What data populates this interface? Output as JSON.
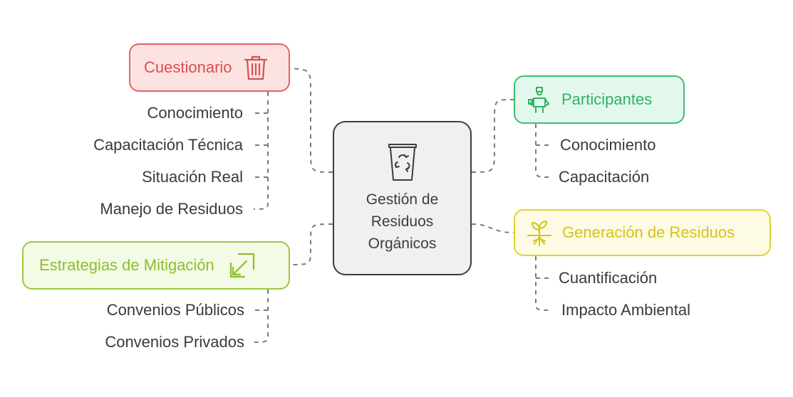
{
  "center": {
    "label": "Gestión de\nResiduos\nOrgánicos",
    "icon": "recycle-bin-icon"
  },
  "topics": {
    "cuestionario": {
      "label": "Cuestionario",
      "icon": "trash-can-icon",
      "color": "#e06565",
      "items": [
        "Conocimiento",
        "Capacitación Técnica",
        "Situación Real",
        "Manejo de Residuos"
      ]
    },
    "participantes": {
      "label": "Participantes",
      "icon": "person-worker-icon",
      "color": "#3dbf72",
      "items": [
        "Conocimiento",
        "Capacitación"
      ]
    },
    "generacion": {
      "label": "Generación de Residuos",
      "icon": "sprout-icon",
      "color": "#e0d232",
      "items": [
        "Cuantificación",
        "Impacto Ambiental"
      ]
    },
    "estrategias": {
      "label": "Estrategias de Mitigación",
      "icon": "shrink-arrow-icon",
      "color": "#9cc83d",
      "items": [
        "Convenios Públicos",
        "Convenios Privados"
      ]
    }
  }
}
